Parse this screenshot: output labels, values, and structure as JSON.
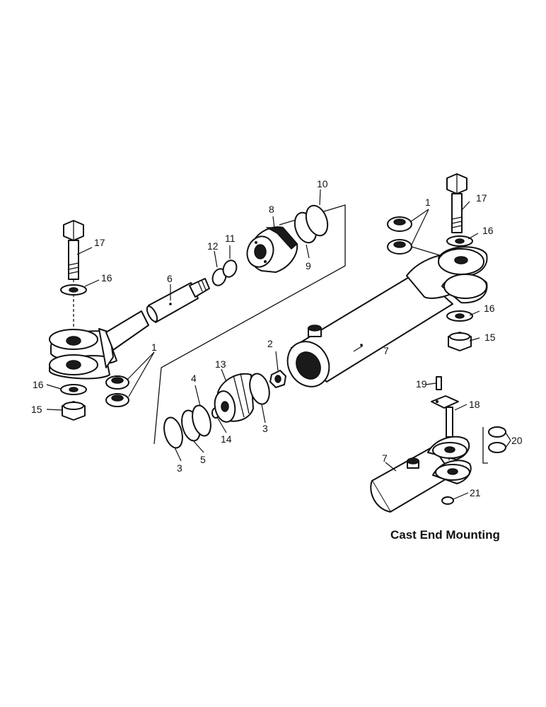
{
  "callouts": {
    "c1_right": "1",
    "c1_left": "1",
    "c2": "2",
    "c3_left": "3",
    "c3_right": "3",
    "c4": "4",
    "c5": "5",
    "c6": "6",
    "c7_main": "7",
    "c7_detail": "7",
    "c8": "8",
    "c9": "9",
    "c10": "10",
    "c11": "11",
    "c12": "12",
    "c13": "13",
    "c14": "14",
    "c15_left": "15",
    "c15_right": "15",
    "c16_left_top": "16",
    "c16_left_bottom": "16",
    "c16_right_top": "16",
    "c16_right_bottom": "16",
    "c17_left": "17",
    "c17_right": "17",
    "c18": "18",
    "c19": "19",
    "c20": "20",
    "c21": "21"
  },
  "caption": "Cast End Mounting"
}
